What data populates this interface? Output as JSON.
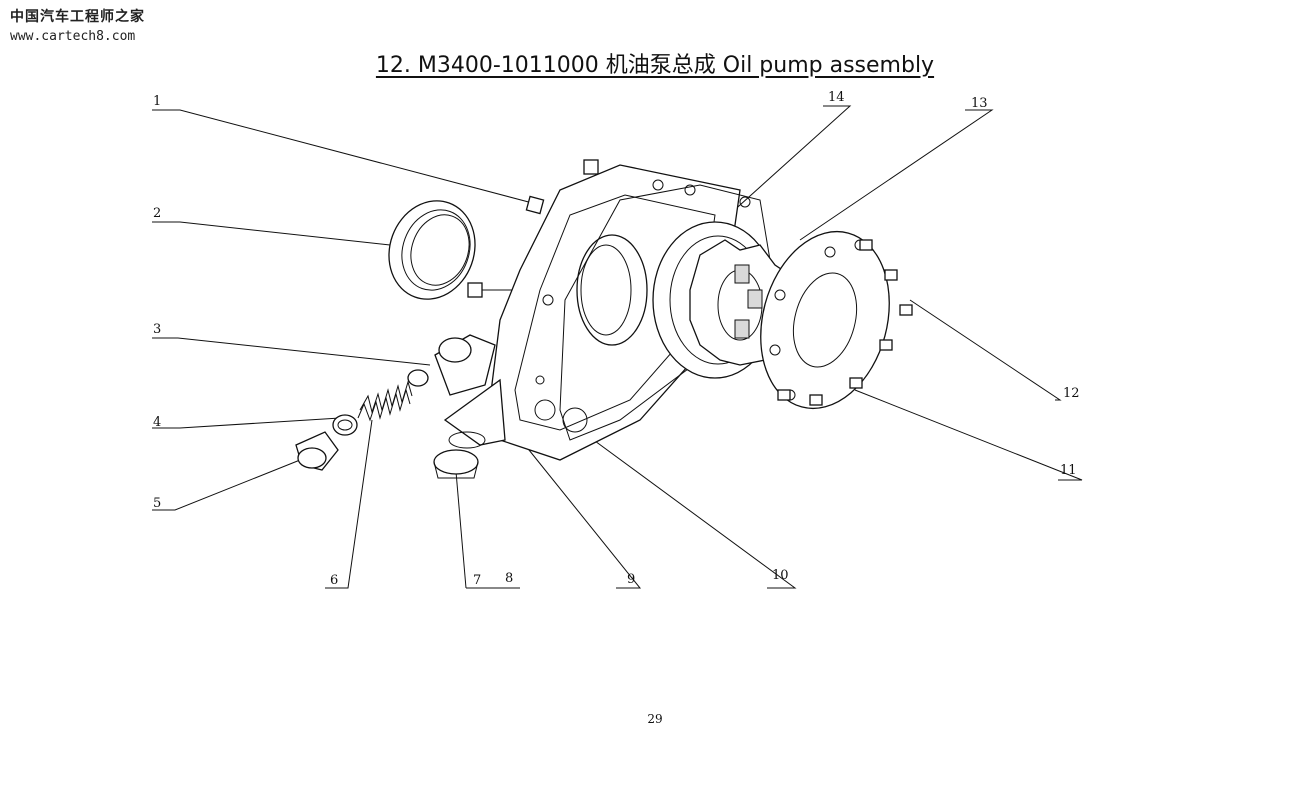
{
  "watermark": {
    "cn": "中国汽车工程师之家",
    "url": "www.cartech8.com"
  },
  "title": "12. M3400-1011000  机油泵总成 Oil pump assembly",
  "callouts": [
    "1",
    "2",
    "3",
    "4",
    "5",
    "6",
    "7",
    "8",
    "9",
    "10",
    "11",
    "12",
    "13",
    "14"
  ],
  "page_number": "29"
}
